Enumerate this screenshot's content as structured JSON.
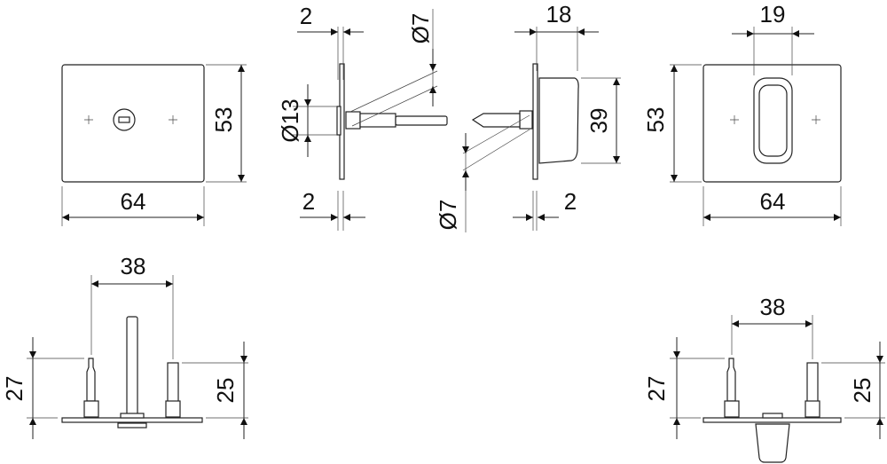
{
  "front_rosette": {
    "height": "53",
    "width": "64"
  },
  "side_emergency": {
    "thickness_top": "2",
    "spindle_diameter": "Ø7",
    "cap_diameter": "Ø13",
    "thickness_bottom": "2"
  },
  "side_turn": {
    "knob_depth": "18",
    "knob_height": "39",
    "spindle_diameter": "Ø7",
    "thickness_bottom": "2"
  },
  "front_turn": {
    "knob_width": "19",
    "height": "53",
    "width": "64"
  },
  "bottom_emergency": {
    "pin_spacing": "38",
    "pin_left_height": "27",
    "pin_right_height": "25"
  },
  "bottom_turn": {
    "pin_spacing": "38",
    "pin_left_height": "27",
    "pin_right_height": "25"
  }
}
